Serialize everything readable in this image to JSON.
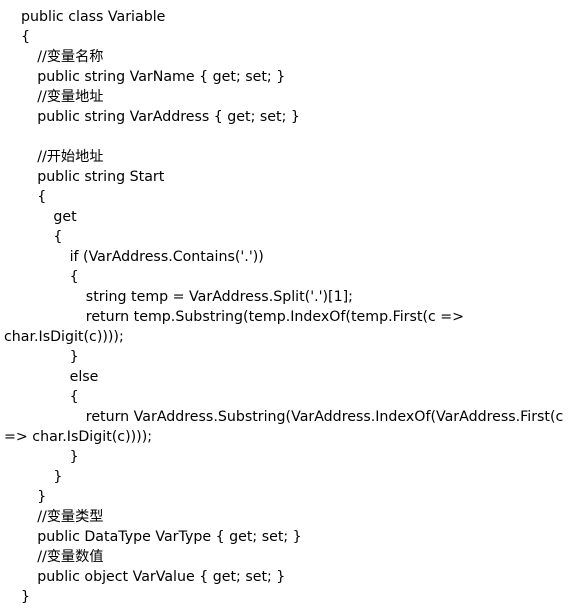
{
  "lines": [
    {
      "text": "public class Variable",
      "indent": 0
    },
    {
      "text": "{",
      "indent": 0
    },
    {
      "text": "//变量名称",
      "indent": 1
    },
    {
      "text": "public string VarName { get; set; }",
      "indent": 1
    },
    {
      "text": "//变量地址",
      "indent": 1
    },
    {
      "text": "public string VarAddress { get; set; }",
      "indent": 1
    },
    {
      "text": "",
      "indent": 0
    },
    {
      "text": "//开始地址",
      "indent": 1
    },
    {
      "text": "public string Start",
      "indent": 1
    },
    {
      "text": "{",
      "indent": 1
    },
    {
      "text": "get",
      "indent": 2
    },
    {
      "text": "{",
      "indent": 2
    },
    {
      "text": "if (VarAddress.Contains('.'))",
      "indent": 3
    },
    {
      "text": "{",
      "indent": 3
    },
    {
      "text": "string temp = VarAddress.Split('.')[1];",
      "indent": 4
    },
    {
      "text": "return temp.Substring(temp.IndexOf(temp.First(c =>",
      "indent": 4
    },
    {
      "text": "char.IsDigit(c))));",
      "indent": -1
    },
    {
      "text": "}",
      "indent": 3
    },
    {
      "text": "else",
      "indent": 3
    },
    {
      "text": "{",
      "indent": 3
    },
    {
      "text": "return VarAddress.Substring(VarAddress.IndexOf(VarAddress.First(c",
      "indent": 4
    },
    {
      "text": "=> char.IsDigit(c))));",
      "indent": -1
    },
    {
      "text": "}",
      "indent": 3
    },
    {
      "text": "}",
      "indent": 2
    },
    {
      "text": "}",
      "indent": 1
    },
    {
      "text": "//变量类型",
      "indent": 1
    },
    {
      "text": "public DataType VarType { get; set; }",
      "indent": 1
    },
    {
      "text": "//变量数值",
      "indent": 1
    },
    {
      "text": "public object VarValue { get; set; }",
      "indent": 1
    },
    {
      "text": "}",
      "indent": 0
    }
  ]
}
